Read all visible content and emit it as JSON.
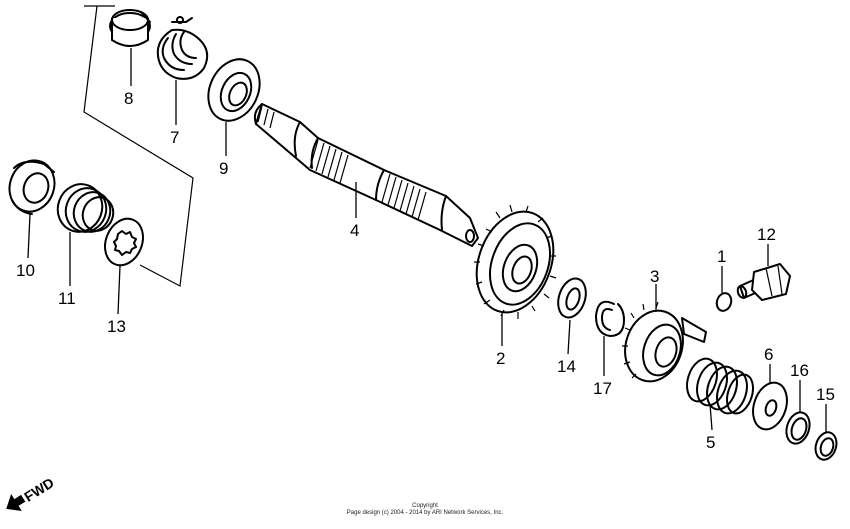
{
  "diagram": {
    "callouts": [
      "1",
      "2",
      "3",
      "4",
      "5",
      "6",
      "7",
      "8",
      "9",
      "10",
      "11",
      "12",
      "13",
      "14",
      "15",
      "16",
      "17"
    ],
    "direction_label": "FWD",
    "copyright_line1": "Copyright",
    "copyright_line2": "Page design (c) 2004 - 2014 by ARI Network Services, Inc."
  }
}
